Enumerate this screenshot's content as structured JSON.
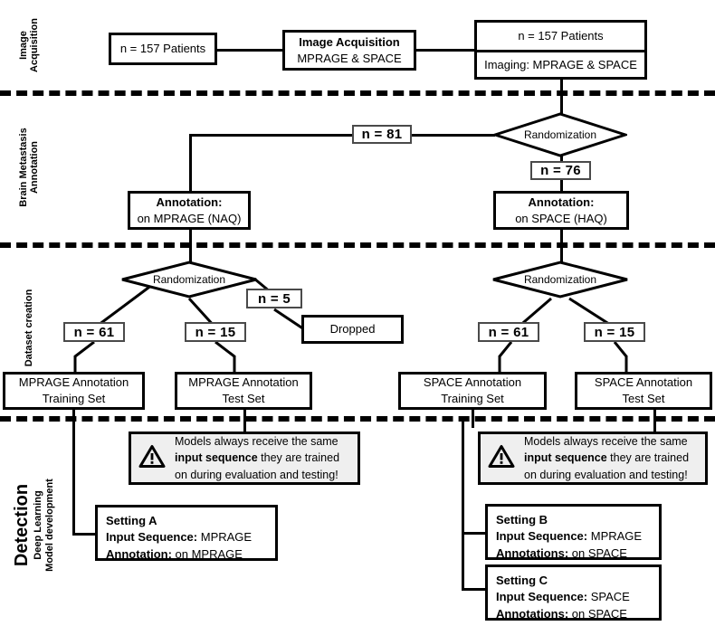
{
  "lanes": [
    {
      "id": "image-acquisition",
      "line1": "Image",
      "line2": "Acquisition"
    },
    {
      "id": "brain-metastasis-annotation",
      "line1": "Brain Metastasis",
      "line2": "Annotation"
    },
    {
      "id": "dataset-creation",
      "line1": "Dataset creation",
      "line2": ""
    },
    {
      "id": "detection",
      "line1": "Detection",
      "line2": "Deep Learning",
      "line3": "Model development"
    }
  ],
  "nodes": {
    "patients_left": {
      "text": "n = 157 Patients"
    },
    "image_acquisition": {
      "title": "Image Acquisition",
      "subtitle": "MPRAGE & SPACE"
    },
    "patients_right": {
      "top": "n = 157 Patients",
      "bottom": "Imaging:  MPRAGE & SPACE"
    },
    "randomization_1": {
      "label": "Randomization"
    },
    "annotation_mprage": {
      "title": "Annotation:",
      "subtitle": "on MPRAGE (NAQ)"
    },
    "annotation_space": {
      "title": "Annotation:",
      "subtitle": "on SPACE (HAQ)"
    },
    "randomization_left": {
      "label": "Randomization"
    },
    "randomization_right": {
      "label": "Randomization"
    },
    "dropped": {
      "text": "Dropped"
    },
    "mprage_training": {
      "line1": "MPRAGE Annotation",
      "line2": "Training Set"
    },
    "mprage_test": {
      "line1": "MPRAGE Annotation",
      "line2": "Test Set"
    },
    "space_training": {
      "line1": "SPACE Annotation",
      "line2": "Training Set"
    },
    "space_test": {
      "line1": "SPACE Annotation",
      "line2": "Test Set"
    }
  },
  "ntags": {
    "n81": "n = 81",
    "n76": "n = 76",
    "n5": "n = 5",
    "n61_left": "n = 61",
    "n15_left": "n = 15",
    "n61_right": "n = 61",
    "n15_right": "n = 15"
  },
  "callouts": {
    "left": {
      "line1": "Models always receive the same",
      "bold": "input sequence",
      "line2_tail": " they are trained",
      "line3": "on during evaluation and testing!",
      "icon": "warning-triangle-icon"
    },
    "right": {
      "line1": "Models always receive the same",
      "bold": "input sequence",
      "line2_tail": " they are trained",
      "line3": "on during evaluation and testing!",
      "icon": "warning-triangle-icon"
    }
  },
  "settings": [
    {
      "id": "setting-a",
      "title": "Setting A",
      "seq_label": "Input Sequence:",
      "seq_value": " MPRAGE",
      "ann_label": "Annotation:",
      "ann_value": " on MPRAGE"
    },
    {
      "id": "setting-b",
      "title": "Setting B",
      "seq_label": "Input Sequence:",
      "seq_value": " MPRAGE",
      "ann_label": "Annotations:",
      "ann_value": " on SPACE"
    },
    {
      "id": "setting-c",
      "title": "Setting C",
      "seq_label": "Input Sequence:",
      "seq_value": " SPACE",
      "ann_label": "Annotations:",
      "ann_value": " on SPACE"
    }
  ],
  "colors": {
    "stroke": "#000000",
    "callout_bg": "#efefef",
    "ntag_border": "#4a4a4a",
    "page_bg": "#ffffff"
  }
}
